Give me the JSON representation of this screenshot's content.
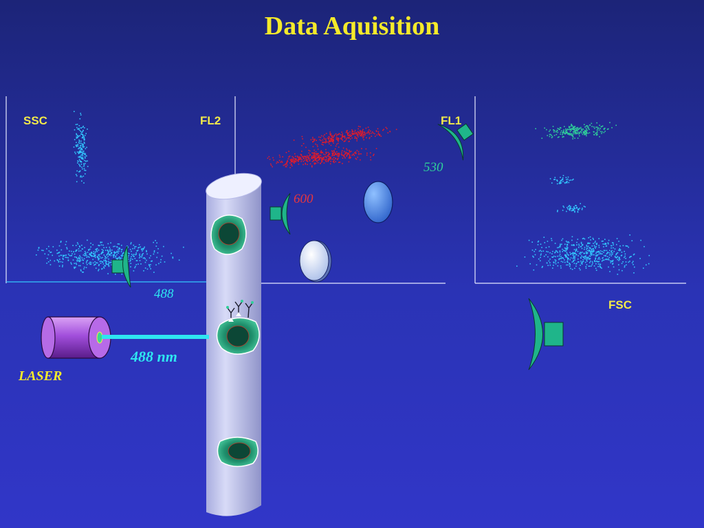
{
  "title": "Data Aquisition",
  "plots": {
    "ssc_fl2": {
      "x_label": "FL2",
      "y_label": "SSC"
    },
    "fl1": {
      "label": "FL1"
    },
    "fsc": {
      "label": "FSC"
    }
  },
  "filters": {
    "f488": "488",
    "f530": "530",
    "f600": "600"
  },
  "laser": {
    "label": "LASER",
    "wavelength": "488 nm"
  },
  "colors": {
    "title": "#f5ea2a",
    "beam": "#2ee6f0",
    "detector": "#1fb58a",
    "dots_cyan": "#33c8ff",
    "dots_red": "#e21b2a",
    "dots_green": "#2fd19a",
    "tube": "#c4c8ee",
    "laser_body": "#a045d8"
  }
}
